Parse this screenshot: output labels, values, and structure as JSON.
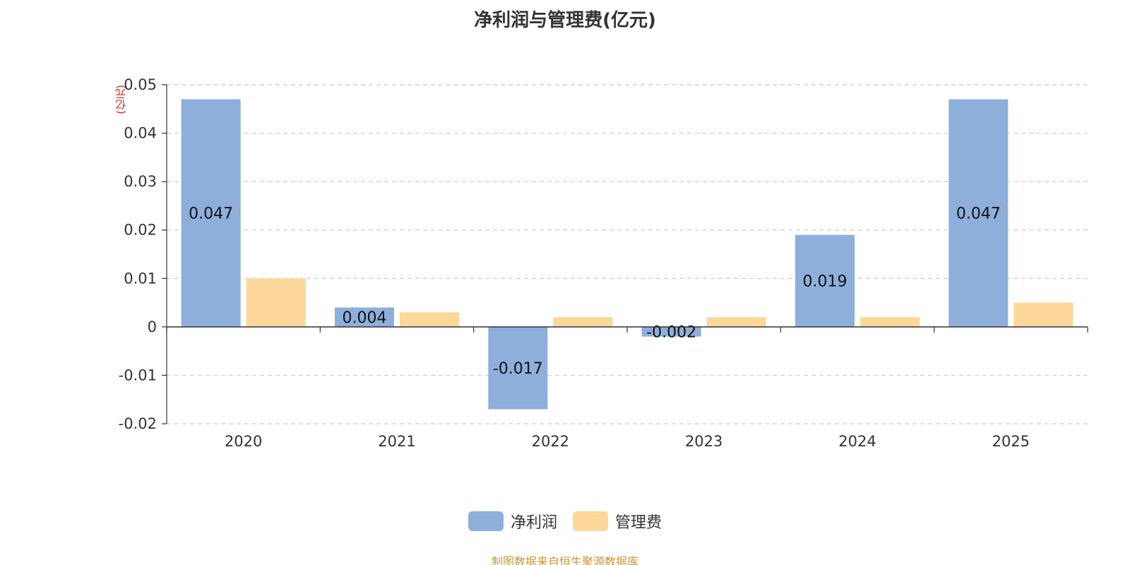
{
  "chart_data": {
    "type": "bar",
    "title": "净利润与管理费(亿元)",
    "unit_label": "(亿元)",
    "categories": [
      "2020",
      "2021",
      "2022",
      "2023",
      "2024",
      "2025"
    ],
    "series": [
      {
        "name": "净利润",
        "values": [
          0.047,
          0.004,
          -0.017,
          -0.002,
          0.019,
          0.047
        ],
        "color": "#8eaedb",
        "show_labels": true
      },
      {
        "name": "管理费",
        "values": [
          0.01,
          0.003,
          0.002,
          0.002,
          0.002,
          0.005
        ],
        "color": "#fdd89a",
        "show_labels": false
      }
    ],
    "ylim": [
      -0.02,
      0.05
    ],
    "yticks": [
      -0.02,
      -0.01,
      0,
      0.01,
      0.02,
      0.03,
      0.04,
      0.05
    ],
    "ytick_labels": [
      "-0.02",
      "-0.01",
      "0",
      "0.01",
      "0.02",
      "0.03",
      "0.04",
      "0.05"
    ],
    "grid": true,
    "legend": "bottom-center"
  },
  "source_text": "制图数据来自恒生聚源数据库"
}
